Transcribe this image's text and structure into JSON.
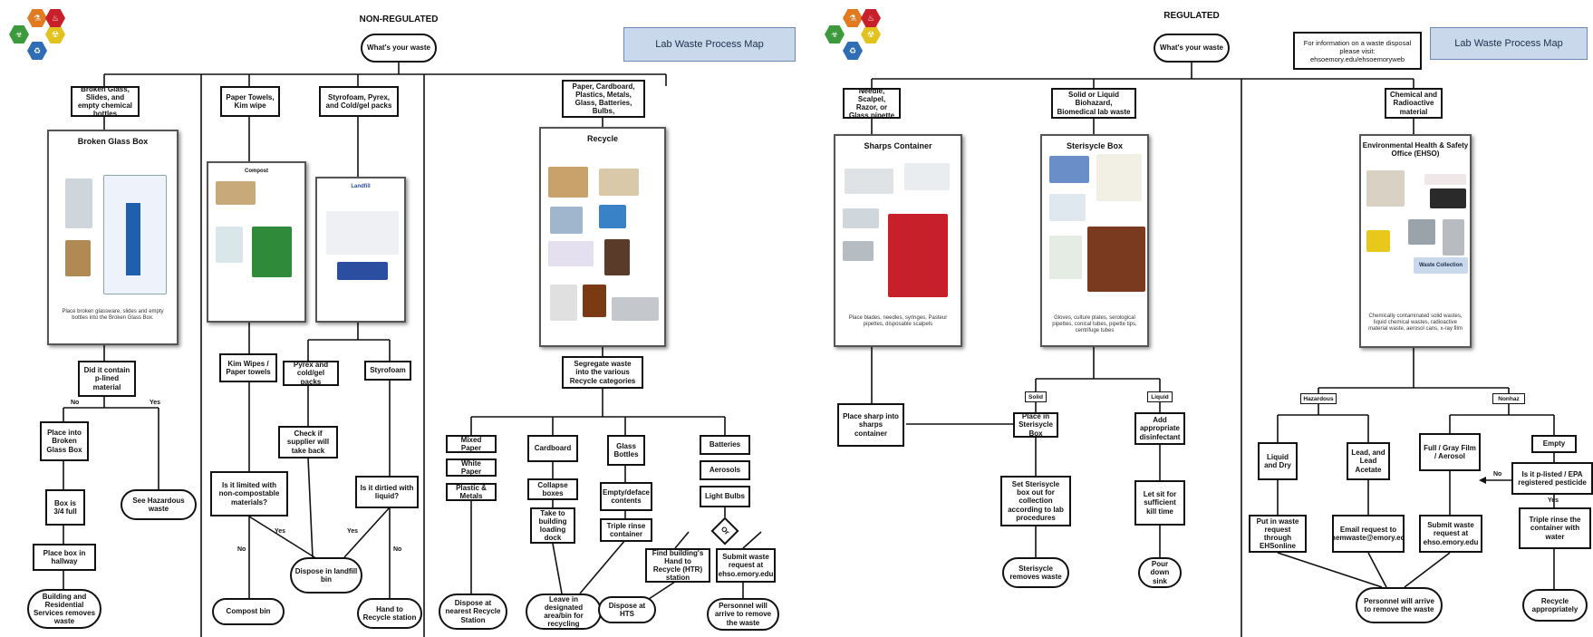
{
  "left": {
    "header": "NON-REGULATED",
    "banner": "Lab Waste Process Map",
    "start": "What's your waste",
    "categories": {
      "glass": "Broken Glass, Slides, and empty chemical bottles",
      "towels": "Paper Towels, Kim wipe",
      "styro": "Styrofoam, Pyrex, and Cold/gel packs",
      "recycle": "Paper, Cardboard, Plastics, Metals, Glass, Batteries, Bulbs,"
    },
    "panels": {
      "glass_title": "Broken Glass Box",
      "glass_desc": "Place broken glassware, slides and empty bottles into the Broken Glass Box.",
      "compost_title": "Compost",
      "landfill_title": "Landfill",
      "recycle_title": "Recycle"
    },
    "nodes": {
      "q_glass": "Did it contain p-lined material",
      "place_glass": "Place into Broken Glass Box",
      "box_full": "Box is 3/4 full",
      "place_hallway": "Place box in hallway",
      "building_services": "Building and Residential Services removes waste",
      "see_haz": "See Hazardous waste",
      "kim_wipes": "Kim Wipes / Paper towels",
      "q_limited": "Is it limited with non-compostable materials?",
      "compost_bin": "Compost bin",
      "pyrex_cold": "Pyrex and cold/gel packs",
      "check_supplier": "Check if supplier will take back",
      "styrofoam": "Styrofoam",
      "q_styro": "Is it dirtied with liquid?",
      "dispose_landfill": "Dispose in landfill bin",
      "hand_recycle": "Hand to Recycle station",
      "segregate": "Segregate waste into the various Recycle categories",
      "mixed_paper": "Mixed Paper",
      "white_paper": "White Paper",
      "plastic_metals": "Plastic & Metals",
      "dispose_recycle": "Dispose at nearest Recycle Station",
      "cardboard": "Cardboard",
      "collapse": "Collapse boxes",
      "take_dock": "Take to building loading dock",
      "leave_area": "Leave in designated area/bin for recycling",
      "glass_bottles": "Glass Bottles",
      "empty_deface": "Empty/deface contents",
      "triple_rinse": "Triple rinse container",
      "dispose_hts": "Dispose at HTS",
      "batteries": "Batteries",
      "aerosols": "Aerosols",
      "light_bulbs": "Light Bulbs",
      "or": "Or",
      "find_hand": "Find building's Hand to Recycle (HTR) station",
      "submit_ehs": "Submit waste request at ehso.emory.edu",
      "personnel_remove": "Personnel will arrive to remove the waste"
    },
    "edge_labels": {
      "no1": "No",
      "yes1": "Yes",
      "yes2": "Yes",
      "yes3": "Yes",
      "no2": "No",
      "no3": "No"
    }
  },
  "right": {
    "header": "REGULATED",
    "banner": "Lab Waste Process Map",
    "info": "For information on a waste disposal please visit: ehsoemory.edu/ehsoemoryweb",
    "start": "What's your waste",
    "categories": {
      "sharps": "Needle, Scalpel, Razor, or Glass pipette",
      "biohazard": "Solid or Liquid Biohazard, Biomedical lab waste",
      "chemical": "Chemical and Radioactive material"
    },
    "panels": {
      "sharps_title": "Sharps Container",
      "sharps_desc": "Place blades, needles, syringes, Pasteur pipettes, disposable scalpels",
      "steri_title": "Sterisycle Box",
      "steri_desc": "Gloves, culture plates, serological pipettes, conical tubes, pipette tips, centrifuge tubes",
      "ehso_title": "Environmental Health & Safety Office (EHSO)",
      "ehso_desc": "Chemically contaminated solid wastes, liquid chemical wastes, radioactive material waste, aerosol cans, x-ray film",
      "waste_collection": "Waste Collection"
    },
    "nodes": {
      "place_sharps": "Place sharp into sharps container",
      "solid_tag": "Solid",
      "liquid_tag": "Liquid",
      "place_steri": "Place in Sterisycle Box",
      "set_steri": "Set Sterisycle box out for collection according to lab procedures",
      "steri_removes": "Sterisycle removes waste",
      "add_disinfect": "Add appropriate disinfectant",
      "let_sit": "Let sit for sufficient kill time",
      "pour_drain": "Pour down sink",
      "hazardous_tag": "Hazardous",
      "nonhaz_tag": "Nonhaz",
      "liquid_dry": "Liquid and Dry",
      "lead_acetate": "Lead, and Lead Acetate",
      "full_xray": "Full / Gray Film / Aerosol",
      "empty": "Empty",
      "put_waste": "Put in waste request through EHSonline",
      "email_req": "Email request to chemwaste@emory.edu",
      "submit_waste": "Submit waste request at ehso.emory.edu",
      "is_it_dead": "Is it p-listed / EPA registered pesticide",
      "triple_rinse": "Triple rinse the container with water",
      "personnel": "Personnel will arrive to remove the waste",
      "recycle_appropriately": "Recycle appropriately"
    },
    "edge_labels": {
      "no": "No",
      "yes": "Yes"
    }
  },
  "colors": {
    "banner_fill": "#c9d8ea",
    "banner_border": "#6c8ab0",
    "sharps_red": "#c8202a",
    "glass_blue": "#1f5fae",
    "compost_green": "#2f8a3a",
    "landfill_blue": "#2c4ea0"
  },
  "icons": [
    "biohazard-icon",
    "radiation-icon",
    "flask-icon",
    "recycle-icon"
  ]
}
